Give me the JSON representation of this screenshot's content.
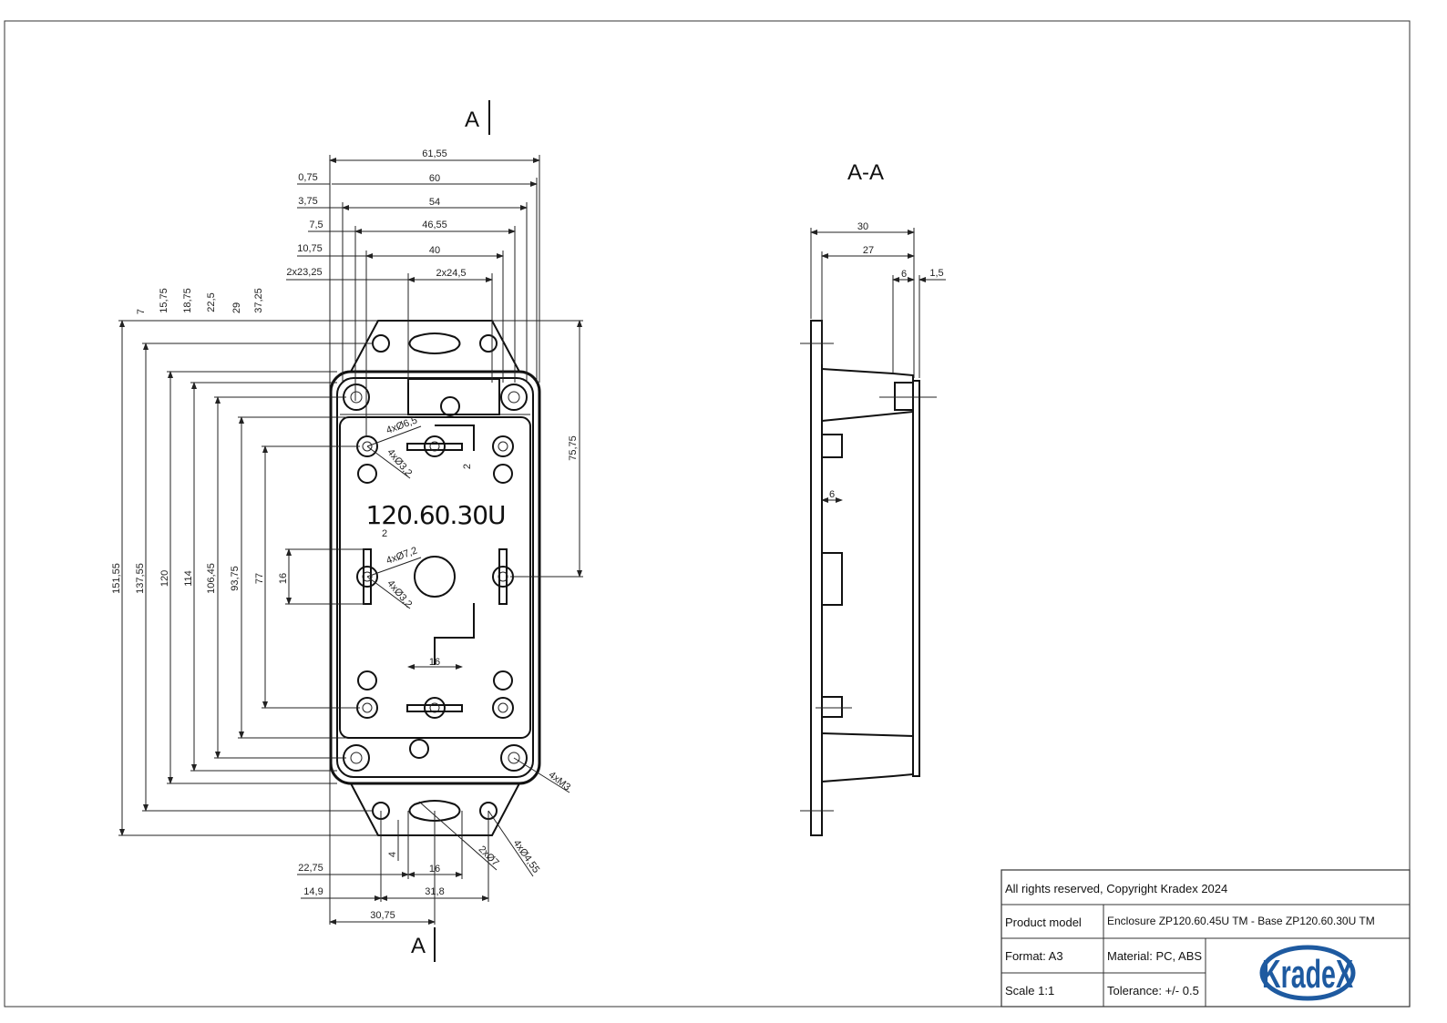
{
  "section_marks": {
    "top": "A",
    "bottom": "A",
    "section_title": "A-A"
  },
  "model_label": "120.60.30U",
  "top_dims": {
    "d61_55": "61,55",
    "d60": "60",
    "d54": "54",
    "d46_55": "46,55",
    "d40": "40",
    "d2x24_5": "2x24,5",
    "o0_75": "0,75",
    "o3_75": "3,75",
    "o7_5": "7,5",
    "o10_75": "10,75",
    "o2x23_25": "2x23,25"
  },
  "left_dims": {
    "v7": "7",
    "v15_75": "15,75",
    "v18_75": "18,75",
    "v22_5": "22,5",
    "v29": "29",
    "v37_25": "37,25",
    "v151_55": "151,55",
    "v137_55": "137,55",
    "v120": "120",
    "v114": "114",
    "v106_45": "106,45",
    "v93_75": "93,75",
    "v77": "77",
    "v16": "16"
  },
  "right_dims": {
    "v75_75": "75,75"
  },
  "callouts": {
    "d4x6_5": "4xØ6,5",
    "d4x3_2a": "4xØ3,2",
    "two_a": "2",
    "two_b": "2",
    "d4x7_2": "4xØ7,2",
    "d4x3_2b": "4xØ3,2",
    "sixteen_mid": "16",
    "m3": "4xM3",
    "d2x7": "2xØ7",
    "d4x4_55": "4xØ4,55"
  },
  "bottom_dims": {
    "four": "4",
    "sixteen": "16",
    "d22_75": "22,75",
    "d14_9": "14,9",
    "d31_8": "31,8",
    "d30_75": "30,75"
  },
  "side_dims": {
    "d30": "30",
    "d27": "27",
    "d6_top": "6",
    "d1_5": "1,5",
    "d6_side": "6"
  },
  "title_block": {
    "copyright": "All rights reserved, Copyright Kradex 2024",
    "product_model_label": "Product model",
    "product_model_value": "Enclosure ZP120.60.45U TM - Base ZP120.60.30U TM",
    "format": "Format: A3",
    "material": "Material: PC, ABS",
    "scale": "Scale 1:1",
    "tolerance": "Tolerance: +/- 0.5",
    "logo_text": "KradeX",
    "logo_color": "#1e5aa0"
  }
}
